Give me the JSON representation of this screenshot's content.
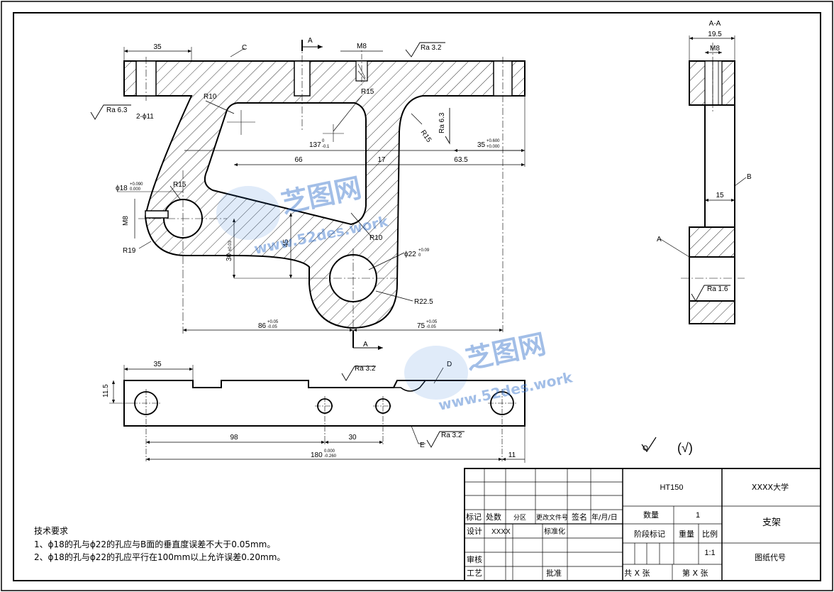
{
  "drawing": {
    "section_label": "A-A",
    "front_view": {
      "dims": {
        "d35_top": "35",
        "m8": "M8",
        "ra32_top": "Ra 3.2",
        "c_label": "C",
        "a_top": "A",
        "a_bottom": "A",
        "r10_left": "R10",
        "r15_mid": "R15",
        "r15_right": "R15",
        "ra63_left": "Ra 6.3",
        "ra63_right": "Ra 6.3",
        "holes_2x11": "2-ϕ11",
        "d137": "137",
        "d137_tol": "0",
        "d137_tol2": "-0.1",
        "d35_right": "35",
        "d35_right_tol1": "+0.600",
        "d35_right_tol2": "+0.000",
        "d66": "66",
        "d17": "17",
        "d63_5": "63.5",
        "phi18": "ϕ18",
        "phi18_tol1": "+0.090",
        "phi18_tol2": "0.000",
        "r15_left": "R15",
        "m8_left": "M8",
        "r19": "R19",
        "d30": "30",
        "d30_tol": "±0.03",
        "d45": "45",
        "r10_bottom": "R10",
        "phi22": "ϕ22",
        "phi22_tol": "+0.09",
        "phi22_tol2": "0",
        "r22_5": "R22.5",
        "d86": "86",
        "d86_tol1": "+0.05",
        "d86_tol2": "-0.05",
        "d75": "75",
        "d75_tol1": "+0.05",
        "d75_tol2": "-0.05"
      }
    },
    "side_view": {
      "dims": {
        "d19_5": "19.5",
        "m8": "M8",
        "b": "B",
        "d15": "15",
        "a": "A",
        "ra16": "Ra 1.6"
      }
    },
    "top_view": {
      "dims": {
        "d35": "35",
        "ra32": "Ra 3.2",
        "d_label": "D",
        "d11_5": "11.5",
        "d98": "98",
        "d30": "30",
        "d180": "180",
        "d180_tol1": "0.000",
        "d180_tol2": "-0.260",
        "e_label": "E",
        "ra32_b": "Ra 3.2",
        "d11": "11"
      }
    },
    "roughness_note": "(√)",
    "watermark": {
      "text_cn": "芝图网",
      "text_url": "www.52des.work"
    }
  },
  "tech_req": {
    "title": "技术要求",
    "items": [
      "1、ϕ18的孔与ϕ22的孔应与B面的垂直度误差不大于0.05mm。",
      "2、ϕ18的孔与ϕ22的孔应平行在100mm以上允许误差0.20mm。"
    ]
  },
  "title_block": {
    "material": "HT150",
    "school": "XXXX大学",
    "part_name": "支架",
    "drawing_code": "图纸代号",
    "col_mark": "标记",
    "col_count": "处数",
    "col_zone": "分区",
    "col_change": "更改文件号",
    "col_sign": "签名",
    "col_date": "年/月/日",
    "design": "设计",
    "designer": "XXXX",
    "standard": "标准化",
    "review": "审核",
    "process": "工艺",
    "approve": "批准",
    "qty_label": "数量",
    "qty_value": "1",
    "stage": "阶段标记",
    "weight": "重量",
    "scale_label": "比例",
    "scale_value": "1:1",
    "total": "共  X  张",
    "sheet": "第  X  张"
  }
}
